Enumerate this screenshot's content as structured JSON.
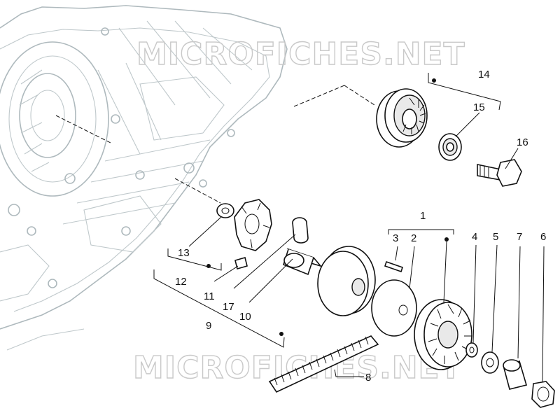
{
  "watermark": {
    "top": "MICROFICHES.NET",
    "bottom": "MICROFICHES.NET"
  },
  "callouts": [
    "1",
    "2",
    "3",
    "4",
    "5",
    "6",
    "7",
    "8",
    "9",
    "10",
    "11",
    "12",
    "13",
    "14",
    "15",
    "16",
    "17"
  ],
  "colors": {
    "housing": "#aeb9bd",
    "ink": "#111111",
    "watermark": "#c9c9c9"
  }
}
